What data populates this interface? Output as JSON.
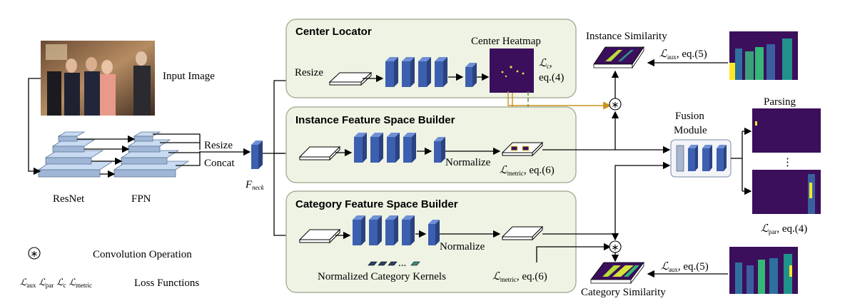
{
  "labels": {
    "input_image": "Input Image",
    "resnet": "ResNet",
    "fpn": "FPN",
    "resize_fpn": "Resize",
    "concat": "Concat",
    "f_neck": "F",
    "f_neck_sub": "neck",
    "center_locator": "Center Locator",
    "resize_center": "Resize",
    "center_heatmap": "Center Heatmap",
    "lc": "ℒ",
    "lc_sub": "c",
    "lc_comma": ",",
    "lc_eq": "eq.(4)",
    "instance_builder": "Instance Feature Space Builder",
    "normalize_instance": "Normalize",
    "lmetric_instance": "ℒ",
    "lmetric_instance_sub": "metric",
    "lmetric_instance_eq": ", eq.(6)",
    "category_builder": "Category Feature Space Builder",
    "normalize_category": "Normalize",
    "normalized_kernels": "Normalized Category Kernels",
    "kernel_dots": "...",
    "lmetric_category": "ℒ",
    "lmetric_category_sub": "metric",
    "lmetric_category_eq": ", eq.(6)",
    "instance_similarity": "Instance Similarity",
    "laux_top": "ℒ",
    "laux_top_sub": "aux",
    "laux_top_eq": ", eq.(5)",
    "category_similarity": "Category Similarity",
    "laux_bottom": "ℒ",
    "laux_bottom_sub": "aux",
    "laux_bottom_eq": ", eq.(5)",
    "fusion_module_1": "Fusion",
    "fusion_module_2": "Module",
    "parsing": "Parsing",
    "parsing_dots": "⋮",
    "lpar": "ℒ",
    "lpar_sub": "par",
    "lpar_eq": ", eq.(4)"
  },
  "legend": {
    "conv_symbol": "∗",
    "conv_label": "Convolution Operation",
    "loss_l1": "ℒ",
    "loss_l1_sub": "aux",
    "loss_l2": "ℒ",
    "loss_l2_sub": "par",
    "loss_l3": "ℒ",
    "loss_l3_sub": "c",
    "loss_l4": "ℒ",
    "loss_l4_sub": "metric",
    "loss_label": "Loss Functions"
  },
  "colors": {
    "panel_fill": "#eef3e3",
    "block_blue": "#3d5fb0",
    "arrow_orange": "#c8921a",
    "arrow_green": "#5a8a3a",
    "heatmap_bg": "#3b0f5c"
  },
  "icons": {
    "conv_icon": "circled-asterisk",
    "photo": "input-photo-icon"
  }
}
